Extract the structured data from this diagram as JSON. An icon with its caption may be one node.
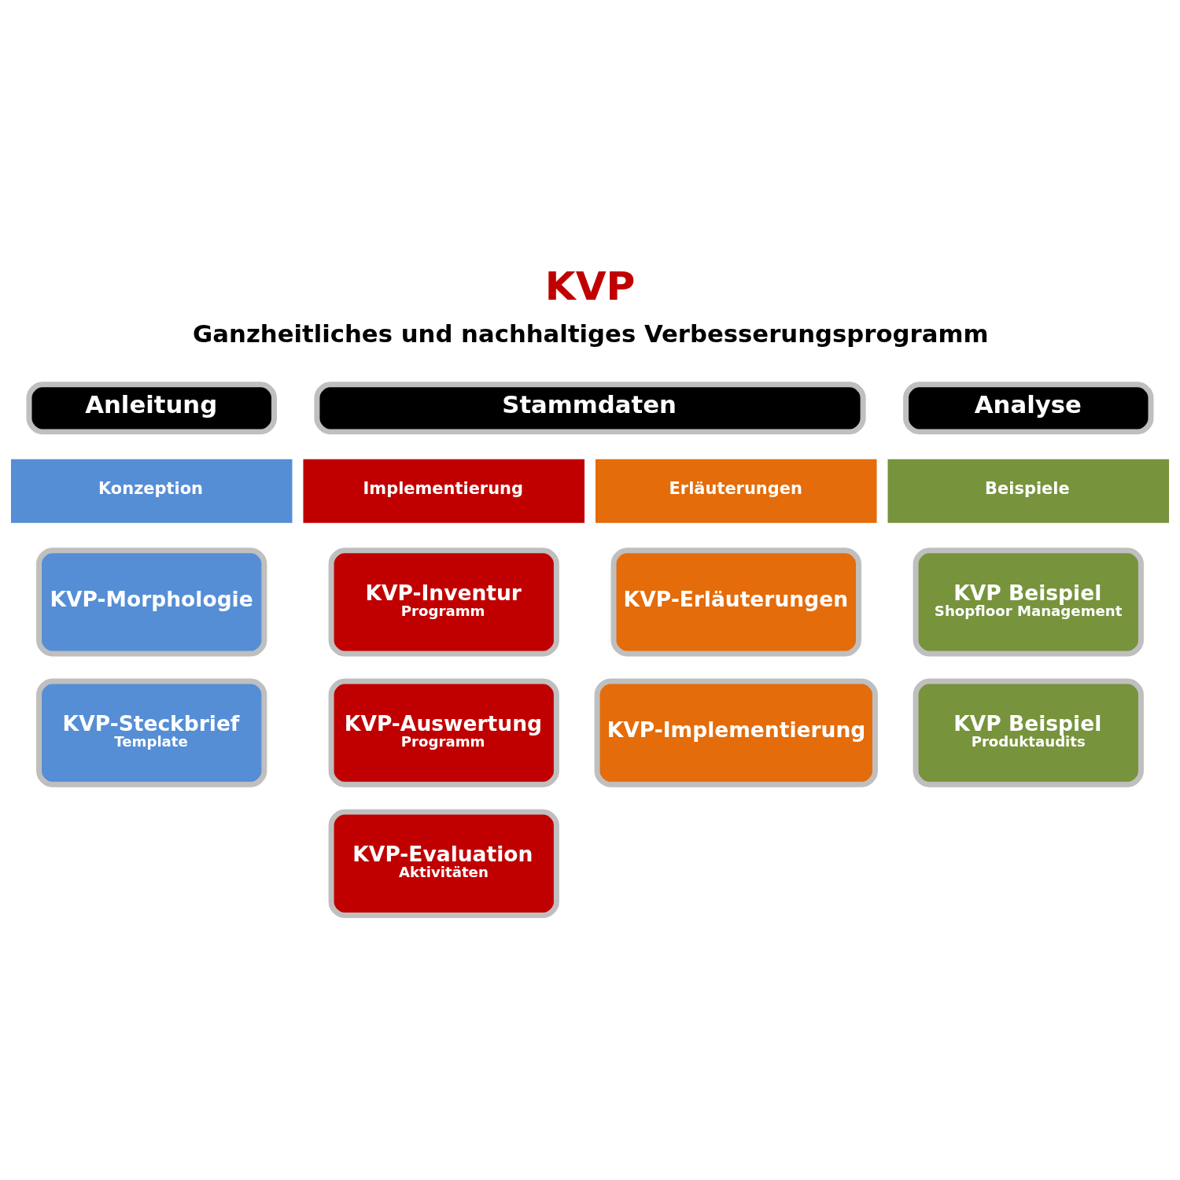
{
  "diagram": {
    "title": "KVP",
    "nodes": [
      {
        "text": [
          "Anleitung"
        ]
      },
      {
        "text": [
          "Stammdaten"
        ]
      },
      {
        "text": [
          "Analyse"
        ]
      },
      {
        "text": [
          "Konzeption"
        ]
      },
      {
        "text": [
          "Implementierung"
        ]
      },
      {
        "text": [
          "Erläuterungen"
        ]
      },
      {
        "text": [
          "Beispiele"
        ]
      },
      {
        "text": [
          "KVP-Morphologie"
        ]
      },
      {
        "text": [
          "KVP-Inventur",
          "Programm"
        ]
      },
      {
        "text": [
          "KVP-Erläuterungen"
        ]
      },
      {
        "text": [
          "KVP Beispiel",
          "Shopfloor Management"
        ]
      },
      {
        "text": [
          "KVP-Steckbrief",
          "Template"
        ]
      },
      {
        "text": [
          "KVP-Auswertung",
          "Programm"
        ]
      },
      {
        "text": [
          "KVP-Implementierung"
        ]
      },
      {
        "text": [
          "KVP Beispiel",
          "Produktaudits"
        ]
      },
      {
        "text": [
          "KVP-Evaluation",
          "Aktivitäten"
        ]
      }
    ],
    "labels": [
      "Ganzheitliches und nachhaltiges Verbesserungsprogramm"
    ]
  }
}
